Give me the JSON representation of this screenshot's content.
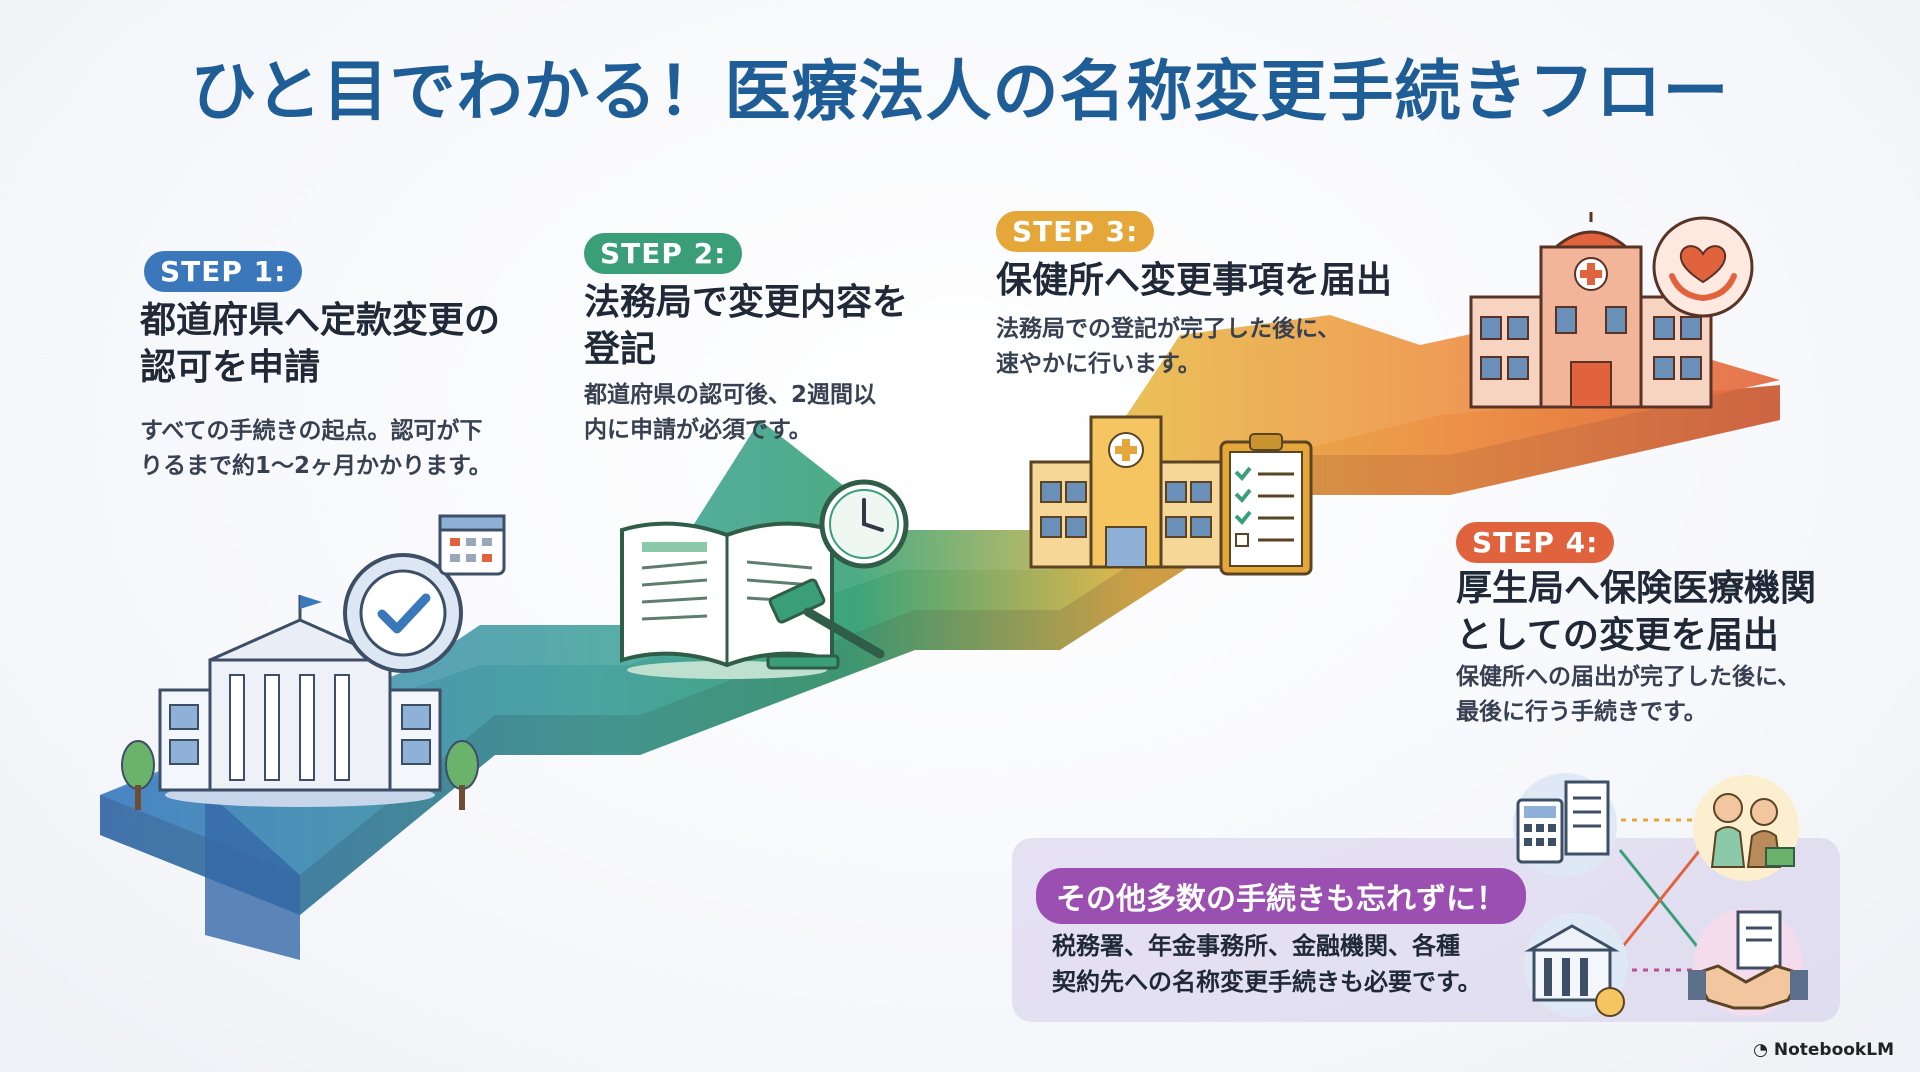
{
  "title": "ひと目でわかる！医療法人の名称変更手続きフロー",
  "colors": {
    "step1": "#3b78bb",
    "step2": "#3a9e79",
    "step3": "#e6a73a",
    "step4": "#e0633e",
    "other": "#9b4fb0",
    "title": "#1f5d96"
  },
  "steps": [
    {
      "badge": "STEP 1:",
      "title_line1": "都道府県へ定款変更の",
      "title_line2": "認可を申請",
      "desc_line1": "すべての手続きの起点。認可が下",
      "desc_line2": "りるまで約1〜2ヶ月かかります。"
    },
    {
      "badge": "STEP 2:",
      "title_line1": "法務局で変更内容を",
      "title_line2": "登記",
      "desc_line1": "都道府県の認可後、2週間以",
      "desc_line2": "内に申請が必須です。"
    },
    {
      "badge": "STEP 3:",
      "title_line1": "保健所へ変更事項を届出",
      "title_line2": "",
      "desc_line1": "法務局での登記が完了した後に、",
      "desc_line2": "速やかに行います。"
    },
    {
      "badge": "STEP 4:",
      "title_line1": "厚生局へ保険医療機関",
      "title_line2": "としての変更を届出",
      "desc_line1": "保健所への届出が完了した後に、",
      "desc_line2": "最後に行う手続きです。"
    }
  ],
  "other": {
    "badge": "その他多数の手続きも忘れずに！",
    "desc_line1": "税務署、年金事務所、金融機関、各種",
    "desc_line2": "契約先への名称変更手続きも必要です。"
  },
  "icons": [
    "government-building-icon",
    "check-seal-icon",
    "calendar-icon",
    "open-book-icon",
    "clock-icon",
    "gavel-icon",
    "hospital-icon",
    "clipboard-checklist-icon",
    "large-hospital-icon",
    "heart-hands-icon",
    "calculator-documents-icon",
    "elderly-couple-icon",
    "bank-coins-icon",
    "handshake-icon"
  ],
  "footer": "NotebookLM"
}
